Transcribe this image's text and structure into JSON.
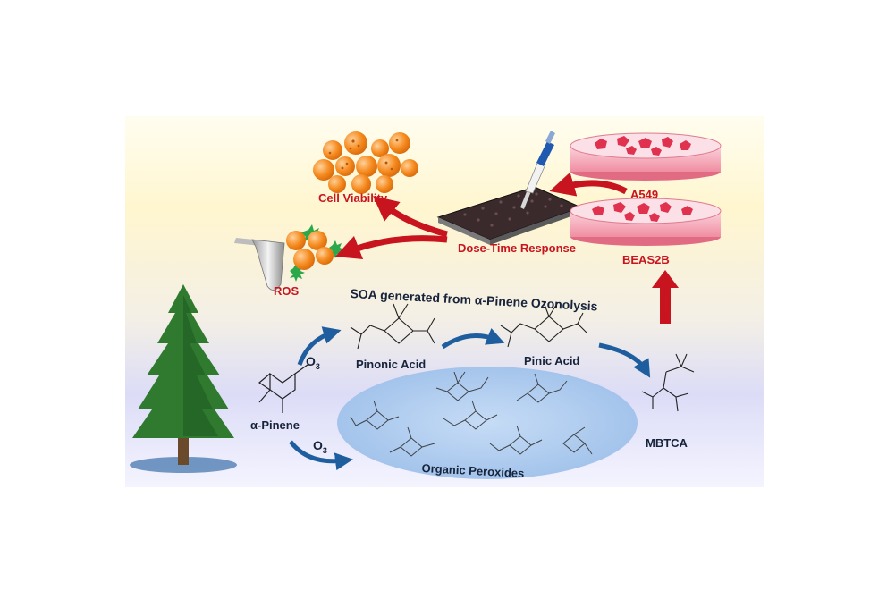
{
  "title": "SOA generated from α-Pinene Ozonolysis",
  "labels": {
    "cell_viability": "Cell Viability",
    "ros": "ROS",
    "dose_time": "Dose-Time Response",
    "a549": "A549",
    "beas2b": "BEAS2B",
    "alpha_pinene": "α-Pinene",
    "pinonic_acid": "Pinonic Acid",
    "pinic_acid": "Pinic Acid",
    "mbtca": "MBTCA",
    "organic_peroxides": "Organic Peroxides",
    "o3_symbol": "O",
    "o3_subscript": "3"
  },
  "colors": {
    "panel_top": "#fff6cf",
    "panel_bottom": "#dcdcf7",
    "peroxide_ellipse": "#a9c9ef",
    "red_arrow": "#c8141e",
    "blue_arrow": "#1f5e9e",
    "cell_orange": "#f58a1e",
    "dish_pink": "#f3a3b3"
  }
}
